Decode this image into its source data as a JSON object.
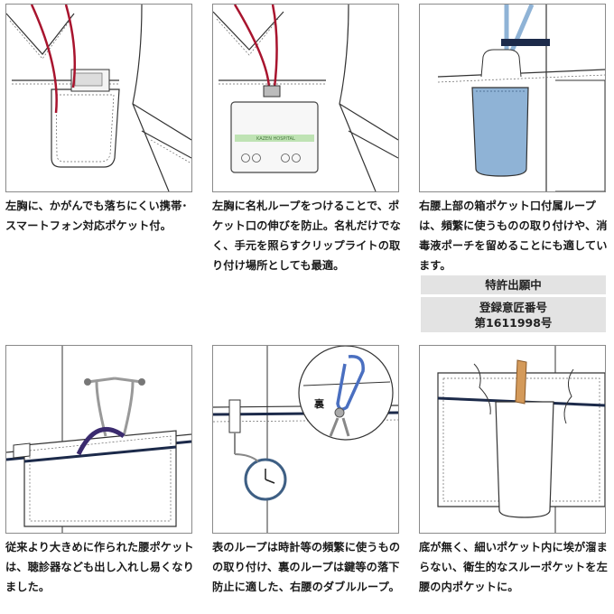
{
  "panels": [
    {
      "caption": "左胸に、かがんでも落ちにくい携帯･スマートフォン対応ポケット付。"
    },
    {
      "caption": "左胸に名札ループをつけることで、ポケット口の伸びを防止。名札だけでなく、手元を照らすクリップライトの取り付け場所としても最適。",
      "badge_text": "KAZEN HOSPITAL"
    },
    {
      "caption": "右腰上部の箱ポケット口付属ループは、頻繁に使うものの取り付けや、消毒液ポーチを留めることにも適しています。"
    },
    {
      "caption": "従来より大きめに作られた腰ポケットは、聴診器なども出し入れし易くなりました。"
    },
    {
      "caption": "表のループは時計等の頻繁に使うものの取り付け、裏のループは鍵等の落下防止に適した、右腰のダブルループ。",
      "inset_label": "裏"
    },
    {
      "caption": "底が無く、細いポケット内に埃が溜まらない、衛生的なスルーポケットを左腰の内ポケットに。"
    }
  ],
  "notice": {
    "patent": "特許出願中",
    "design_line1": "登録意匠番号",
    "design_line2": "第1611998号"
  },
  "colors": {
    "lanyard": "#a8142e",
    "navy_piping": "#1c2a4a",
    "pouch_blue": "#8fb3d6",
    "stethoscope": "#3a2a6e",
    "carabiner": "#4a6fc0",
    "pen": "#d49a5a",
    "badge_green": "#bfe3b4"
  }
}
